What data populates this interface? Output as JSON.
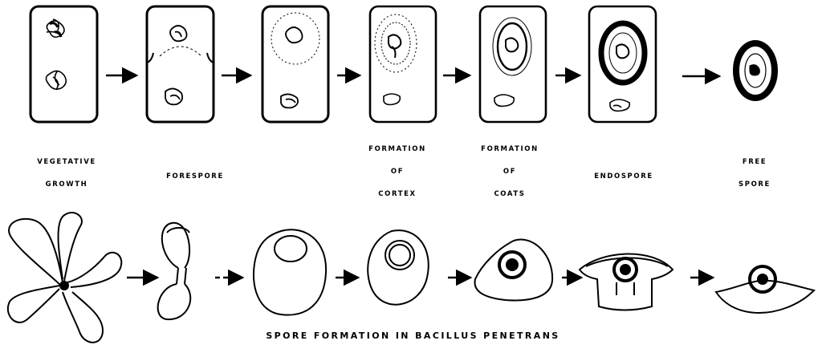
{
  "stages": [
    {
      "lines": [
        "VEGETATIVE",
        "GROWTH"
      ]
    },
    {
      "lines": [
        "FORESPORE"
      ]
    },
    {
      "lines": [
        "FORMATION",
        "OF",
        "CORTEX"
      ]
    },
    {
      "lines": [
        "FORMATION",
        "OF",
        "COATS"
      ]
    },
    {
      "lines": [
        "ENDOSPORE"
      ]
    },
    {
      "lines": [
        "FREE",
        "SPORE"
      ]
    }
  ],
  "caption": "SPORE FORMATION IN BACILLUS PENETRANS",
  "colors": {
    "ink": "#000000",
    "paper": "#ffffff"
  }
}
